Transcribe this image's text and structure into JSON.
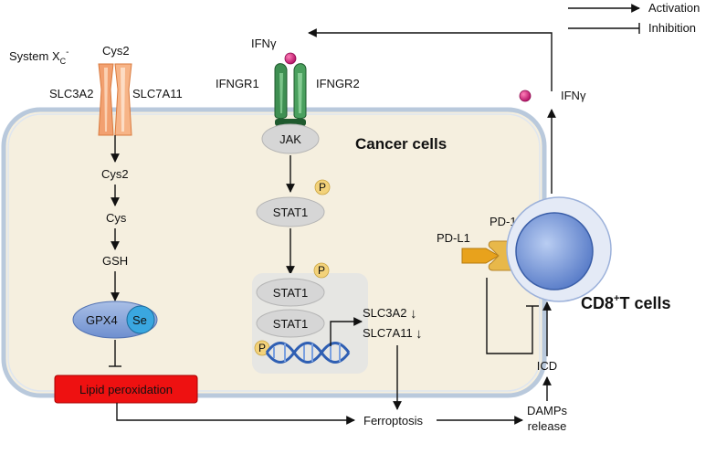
{
  "legend": {
    "activation": "Activation",
    "inhibition": "Inhibition"
  },
  "labels": {
    "system_xc": "System X",
    "system_xc_sub": "C",
    "system_xc_sup": "-",
    "cys2_top": "Cys2",
    "slc3a2": "SLC3A2",
    "slc7a11": "SLC7A11",
    "cys2": "Cys2",
    "cys": "Cys",
    "gsh": "GSH",
    "gpx4": "GPX4",
    "se": "Se",
    "lipid_peroxidation": "Lipid peroxidation",
    "ifng_receptor_side": "IFNγ",
    "ifngr1": "IFNGR1",
    "ifngr2": "IFNGR2",
    "jak": "JAK",
    "stat1_single": "STAT1",
    "stat1_dimer_top": "STAT1",
    "stat1_dimer_bottom": "STAT1",
    "phospho": "P",
    "slc3a2_down": "SLC3A2",
    "slc7a11_down": "SLC7A11",
    "down_arrow": "↓",
    "cancer_cells": "Cancer cells",
    "ferroptosis": "Ferroptosis",
    "damps": "DAMPs",
    "release": "release",
    "icd": "ICD",
    "pd_l1": "PD-L1",
    "pd_1": "PD-1",
    "ifng_tcell_side": "IFNγ",
    "cd8_prefix": "CD8",
    "cd8_sup": "+",
    "cd8_suffix": "T cells"
  },
  "colors": {
    "cell_fill": "#f5efdf",
    "cell_border": "#b9c9dc",
    "transporter": "#f2a070",
    "receptor": "#3f8f52",
    "receptor_dark": "#1f5a2e",
    "jak_stat": "#d6d6d6",
    "nucleus_box": "#e6e6e3",
    "phospho": "#f3d27a",
    "gpx4": "#8fa9d8",
    "se": "#3aa7e0",
    "lipid": "#ee1111",
    "ifng_ball": "#d4167a",
    "pd_l1": "#e8a21c",
    "pd_1": "#e8b84a",
    "tcell_outer": "#e4eaf6",
    "tcell_inner": "#6f8fd2"
  }
}
